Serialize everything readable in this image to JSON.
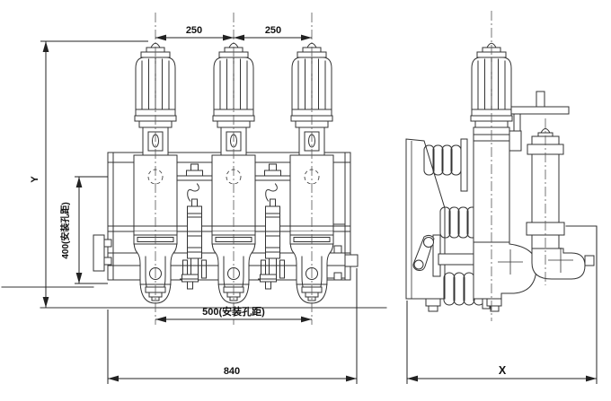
{
  "drawing": {
    "kind": "technical-dimension-drawing",
    "colors": {
      "background": "#ffffff",
      "line": "#333333",
      "text": "#111111"
    }
  },
  "dims": {
    "pitch_left": "250",
    "pitch_right": "250",
    "height": "Y",
    "vert_holes": "400(安装孔距)",
    "horiz_holes": "500(安装孔距)",
    "width": "840",
    "depth": "X"
  }
}
